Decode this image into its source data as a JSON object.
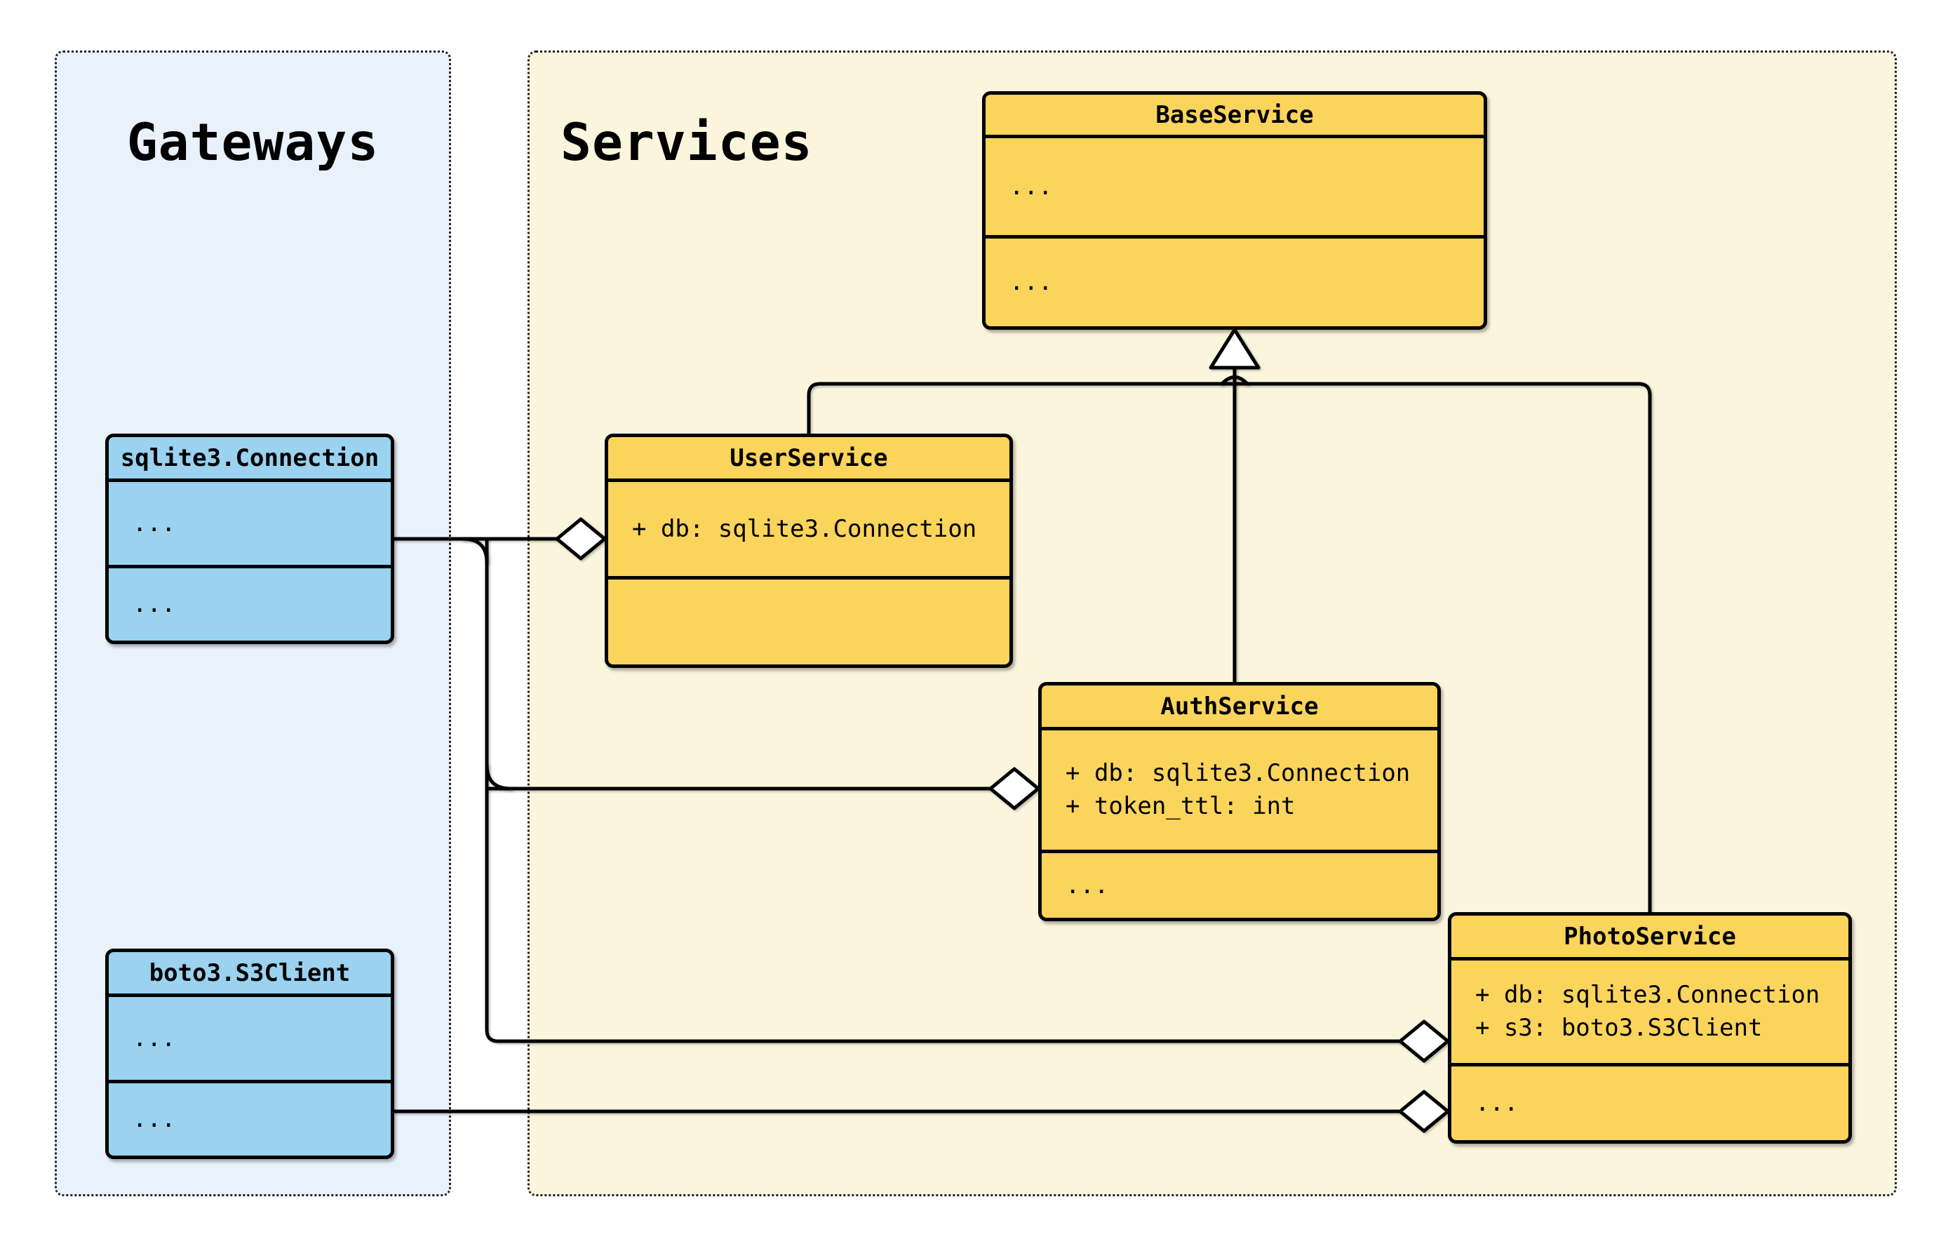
{
  "diagram": {
    "type": "uml-class-diagram",
    "groups": [
      {
        "id": "gateways",
        "title": "Gateways"
      },
      {
        "id": "services",
        "title": "Services"
      }
    ],
    "classes": [
      {
        "id": "base",
        "group": "services",
        "name": "BaseService",
        "attributes": [
          "..."
        ],
        "methods": [
          "..."
        ]
      },
      {
        "id": "conn",
        "group": "gateways",
        "name": "sqlite3.Connection",
        "attributes": [
          "..."
        ],
        "methods": [
          "..."
        ]
      },
      {
        "id": "user",
        "group": "services",
        "name": "UserService",
        "attributes": [
          "+ db: sqlite3.Connection"
        ],
        "methods": []
      },
      {
        "id": "auth",
        "group": "services",
        "name": "AuthService",
        "attributes": [
          "+ db: sqlite3.Connection",
          "+ token_ttl: int"
        ],
        "methods": [
          "..."
        ]
      },
      {
        "id": "s3",
        "group": "gateways",
        "name": "boto3.S3Client",
        "attributes": [
          "..."
        ],
        "methods": [
          "..."
        ]
      },
      {
        "id": "photo",
        "group": "services",
        "name": "PhotoService",
        "attributes": [
          "+ db: sqlite3.Connection",
          "+ s3: boto3.S3Client"
        ],
        "methods": [
          "..."
        ]
      }
    ],
    "relationships": [
      {
        "type": "inheritance",
        "from": "UserService",
        "to": "BaseService"
      },
      {
        "type": "inheritance",
        "from": "AuthService",
        "to": "BaseService"
      },
      {
        "type": "inheritance",
        "from": "PhotoService",
        "to": "BaseService"
      },
      {
        "type": "aggregation",
        "from": "UserService",
        "to": "sqlite3.Connection"
      },
      {
        "type": "aggregation",
        "from": "AuthService",
        "to": "sqlite3.Connection"
      },
      {
        "type": "aggregation",
        "from": "PhotoService",
        "to": "sqlite3.Connection"
      },
      {
        "type": "aggregation",
        "from": "PhotoService",
        "to": "boto3.S3Client"
      }
    ],
    "colors": {
      "class_yellow": "#FBD45C",
      "class_blue": "#9AD2F0",
      "panel_services": "#FCF5DE",
      "panel_gateways": "#E9F1FA",
      "line": "#000000"
    }
  }
}
